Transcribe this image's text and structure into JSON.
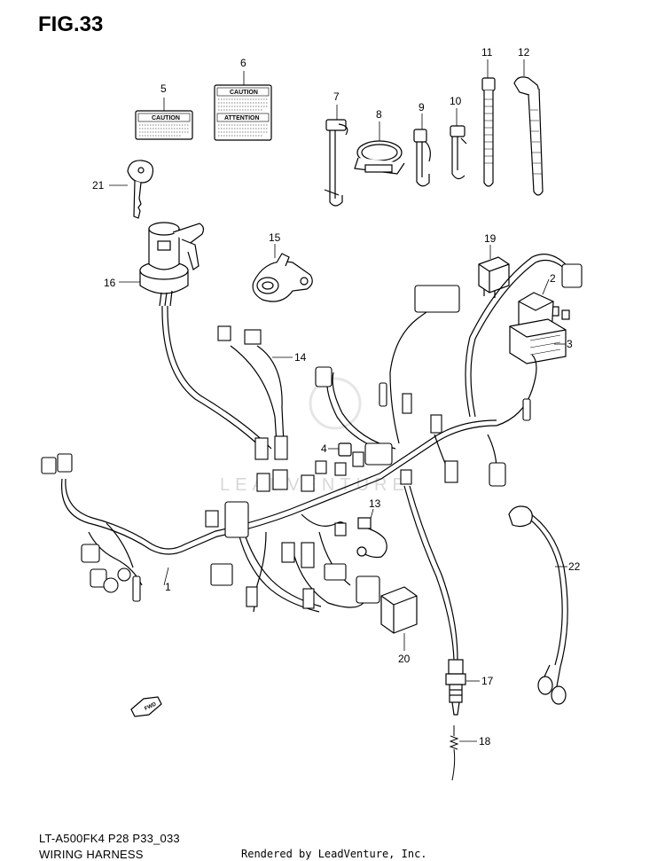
{
  "figure": {
    "title": "FIG.33"
  },
  "footer": {
    "code": "LT-A500FK4 P28 P33_033",
    "name": "WIRING HARNESS",
    "credit": "Rendered by LeadVenture, Inc."
  },
  "watermark": {
    "text": "LEADVENTURE"
  },
  "labels": {
    "caution": "CAUTION",
    "attention": "ATTENTION",
    "fwd": "FWD"
  },
  "callouts": [
    {
      "id": "1",
      "text": "1"
    },
    {
      "id": "2",
      "text": "2"
    },
    {
      "id": "3",
      "text": "3"
    },
    {
      "id": "4",
      "text": "4"
    },
    {
      "id": "5",
      "text": "5"
    },
    {
      "id": "6",
      "text": "6"
    },
    {
      "id": "7",
      "text": "7"
    },
    {
      "id": "8",
      "text": "8"
    },
    {
      "id": "9",
      "text": "9"
    },
    {
      "id": "10",
      "text": "10"
    },
    {
      "id": "11",
      "text": "11"
    },
    {
      "id": "12",
      "text": "12"
    },
    {
      "id": "13",
      "text": "13"
    },
    {
      "id": "14",
      "text": "14"
    },
    {
      "id": "15",
      "text": "15"
    },
    {
      "id": "16",
      "text": "16"
    },
    {
      "id": "17",
      "text": "17"
    },
    {
      "id": "18",
      "text": "18"
    },
    {
      "id": "19",
      "text": "19"
    },
    {
      "id": "20",
      "text": "20"
    },
    {
      "id": "21",
      "text": "21"
    },
    {
      "id": "22",
      "text": "22"
    }
  ]
}
